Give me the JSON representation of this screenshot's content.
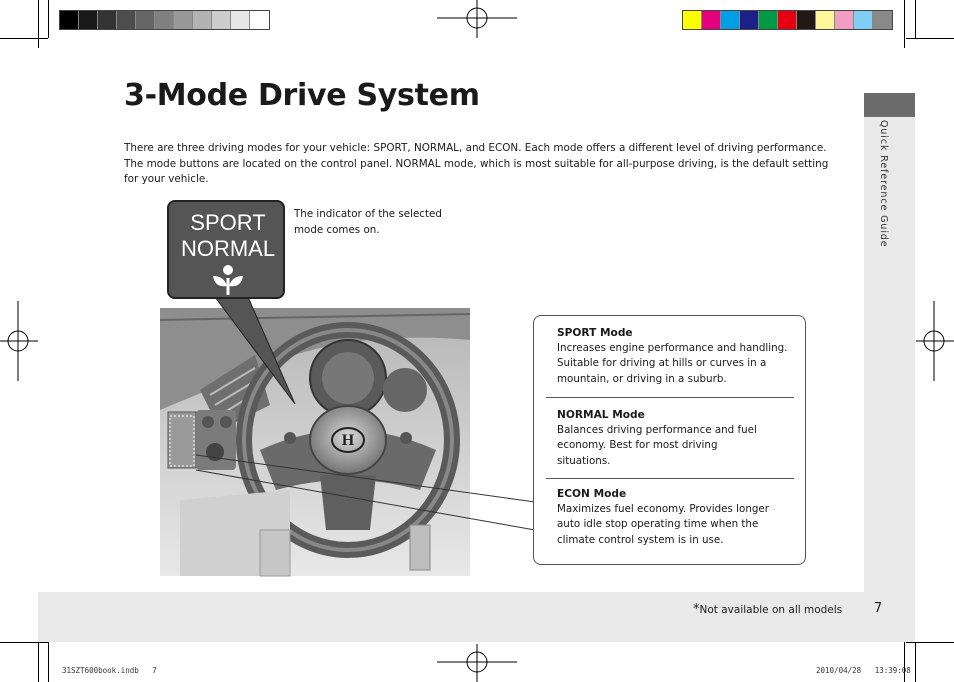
{
  "color_bars": {
    "gray": [
      "#000000",
      "#1a1a1a",
      "#333333",
      "#4d4d4d",
      "#666666",
      "#808080",
      "#999999",
      "#b3b3b3",
      "#cccccc",
      "#e6e6e6",
      "#ffffff"
    ],
    "color": [
      "#ffff00",
      "#e6007e",
      "#00a0e9",
      "#1d2088",
      "#009944",
      "#e60012",
      "#231815",
      "#fff799",
      "#f19ec2",
      "#7ecef4",
      "#898989"
    ]
  },
  "page": {
    "title": "3-Mode Drive System",
    "intro": "There are three driving modes for your vehicle: SPORT, NORMAL, and ECON. Each mode offers a different level of driving performance. The mode buttons are located on the control panel. NORMAL mode, which is most suitable for all-purpose driving, is the default setting for your vehicle.",
    "side_label": "Quick Reference Guide",
    "page_number": "7",
    "footnote_star": "*",
    "footnote": "Not available on all models"
  },
  "indicator": {
    "line1": "SPORT",
    "line2": "NORMAL",
    "icon": "eco-leaf-icon",
    "caption": "The indicator of the selected mode comes on."
  },
  "modes": [
    {
      "title": "SPORT Mode",
      "desc": "Increases engine performance and handling. Suitable for driving at hills or curves in a mountain, or driving in a suburb."
    },
    {
      "title": "NORMAL Mode",
      "desc": "Balances driving performance and fuel economy. Best for most driving situations."
    },
    {
      "title": "ECON Mode",
      "desc": "Maximizes fuel economy. Provides longer auto idle stop operating time when the climate control system is in use."
    }
  ],
  "slug": {
    "file": "31SZT600book.indb   7",
    "date": "2010/04/28   13:39:08"
  },
  "steering_logo": "H"
}
